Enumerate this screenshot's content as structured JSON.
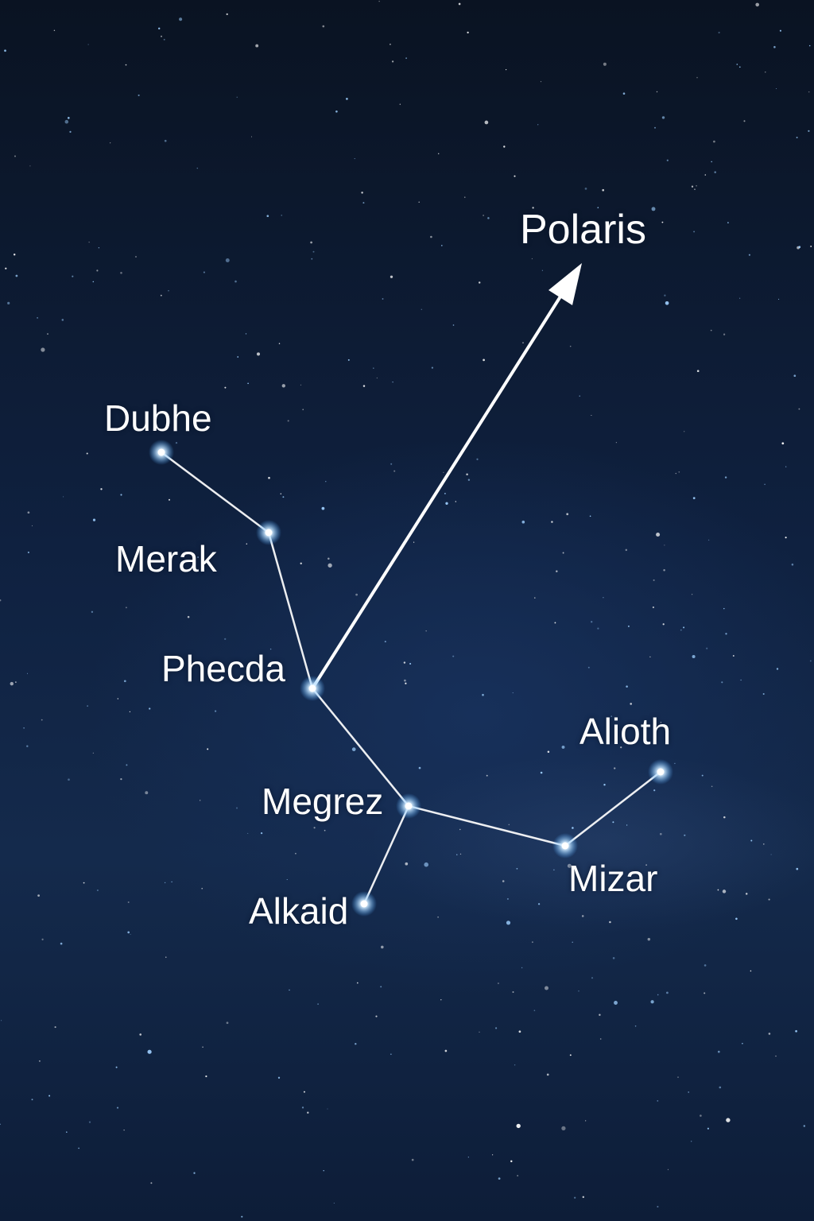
{
  "diagram": {
    "stars": [
      {
        "id": "dubhe",
        "name": "Dubhe"
      },
      {
        "id": "merak",
        "name": "Merak"
      },
      {
        "id": "phecda",
        "name": "Phecda"
      },
      {
        "id": "megrez",
        "name": "Megrez"
      },
      {
        "id": "alkaid",
        "name": "Alkaid"
      },
      {
        "id": "mizar",
        "name": "Mizar"
      },
      {
        "id": "alioth",
        "name": "Alioth"
      }
    ],
    "connections": [
      [
        "dubhe",
        "merak"
      ],
      [
        "merak",
        "phecda"
      ],
      [
        "phecda",
        "megrez"
      ],
      [
        "megrez",
        "alkaid"
      ],
      [
        "megrez",
        "mizar"
      ],
      [
        "mizar",
        "alioth"
      ]
    ],
    "pointer": {
      "from": "phecda",
      "target_label": "Polaris"
    }
  },
  "colors": {
    "sky_top": "#0a1322",
    "sky_mid": "#142a4c",
    "line": "#ffffff",
    "star_glow": "#bfe6ff"
  }
}
